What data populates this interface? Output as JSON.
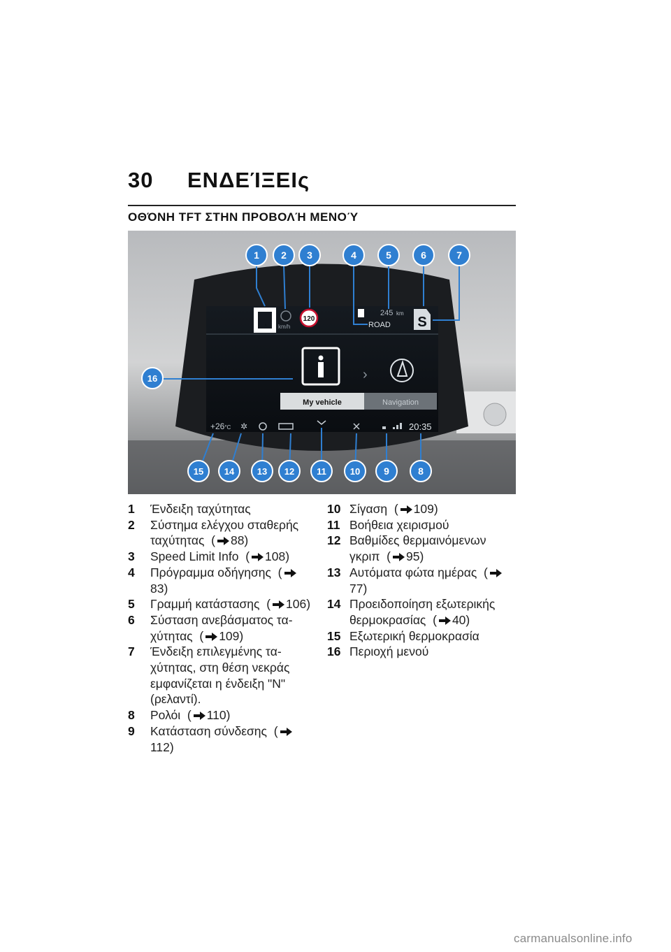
{
  "header": {
    "page_number": "30",
    "chapter_title": "ΕΝΔΕΊΞΕΙς"
  },
  "section": {
    "title": "ΟΘΌΝΗ TFT ΣΤΗΝ ΠΡΟΒΟΛΉ ΜΕΝΟΎ"
  },
  "display": {
    "gear": "0",
    "speed_unit": "km/h",
    "speed_limit": "120",
    "range": "245",
    "range_unit": "km",
    "riding_mode": "ROAD",
    "gear_position_indicator": "S",
    "temperature": "+26",
    "temperature_unit": "°C",
    "clock": "20:35",
    "tabs": [
      "My vehicle",
      "Navigation"
    ],
    "callouts": [
      "1",
      "2",
      "3",
      "4",
      "5",
      "6",
      "7",
      "8",
      "9",
      "10",
      "11",
      "12",
      "13",
      "14",
      "15",
      "16"
    ]
  },
  "legend_left": [
    {
      "num": "1",
      "text": "Ένδειξη ταχύτητας",
      "ref": ""
    },
    {
      "num": "2",
      "text": "Σύστημα ελέγχου σταθερής ταχύτητας",
      "ref": "88)"
    },
    {
      "num": "3",
      "text": "Speed Limit Info",
      "ref": "108)"
    },
    {
      "num": "4",
      "text": "Πρόγραμμα οδήγησης",
      "ref": "83)"
    },
    {
      "num": "5",
      "text": "Γραμμή κατάστασης",
      "ref": "106)"
    },
    {
      "num": "6",
      "text": "Σύσταση ανεβάσματος τα-χύτητας",
      "ref": "109)"
    },
    {
      "num": "7",
      "text": "Ένδειξη επιλεγμένης τα-χύτητας, στη θέση νεκράς εμφανίζεται η ένδειξη \"N\" (ρελαντί).",
      "ref": ""
    },
    {
      "num": "8",
      "text": "Ρολόι",
      "ref": "110)"
    },
    {
      "num": "9",
      "text": "Κατάσταση σύνδεσης",
      "ref": "112)"
    }
  ],
  "legend_right": [
    {
      "num": "10",
      "text": "Σίγαση",
      "ref": "109)"
    },
    {
      "num": "11",
      "text": "Βοήθεια χειρισμού",
      "ref": ""
    },
    {
      "num": "12",
      "text": "Βαθμίδες θερμαινόμενων γκριπ",
      "ref": "95)"
    },
    {
      "num": "13",
      "text": "Αυτόματα φώτα ημέρας",
      "ref": "77)"
    },
    {
      "num": "14",
      "text": "Προειδοποίηση εξωτερικής θερμοκρασίας",
      "ref": "40)"
    },
    {
      "num": "15",
      "text": "Εξωτερική θερμοκρασία",
      "ref": ""
    },
    {
      "num": "16",
      "text": "Περιοχή μενού",
      "ref": ""
    }
  ],
  "watermark": "carmanualsonline.info",
  "colors": {
    "callout_blue": "#2f7fd1",
    "screen_bg": "#0e1217"
  }
}
